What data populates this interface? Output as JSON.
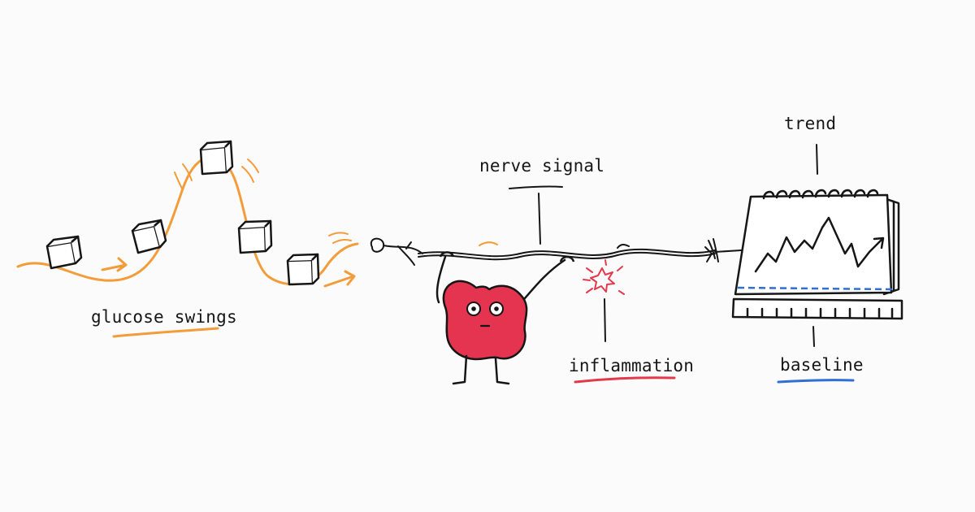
{
  "labels": {
    "glucose": "glucose swings",
    "nerve": "nerve signal",
    "inflammation": "inflammation",
    "trend": "trend",
    "baseline": "baseline"
  },
  "colors": {
    "ink": "#161616",
    "glucose_accent": "#f39c3a",
    "heart": "#e4344f",
    "inflammation": "#e23a4a",
    "baseline": "#2f6fd6",
    "background": "#fbfbfb"
  },
  "icons": [
    "sugar-cube-icon",
    "heart-character-icon",
    "nerve-icon",
    "spark-icon",
    "calendar-chart-icon",
    "ruler-icon"
  ]
}
